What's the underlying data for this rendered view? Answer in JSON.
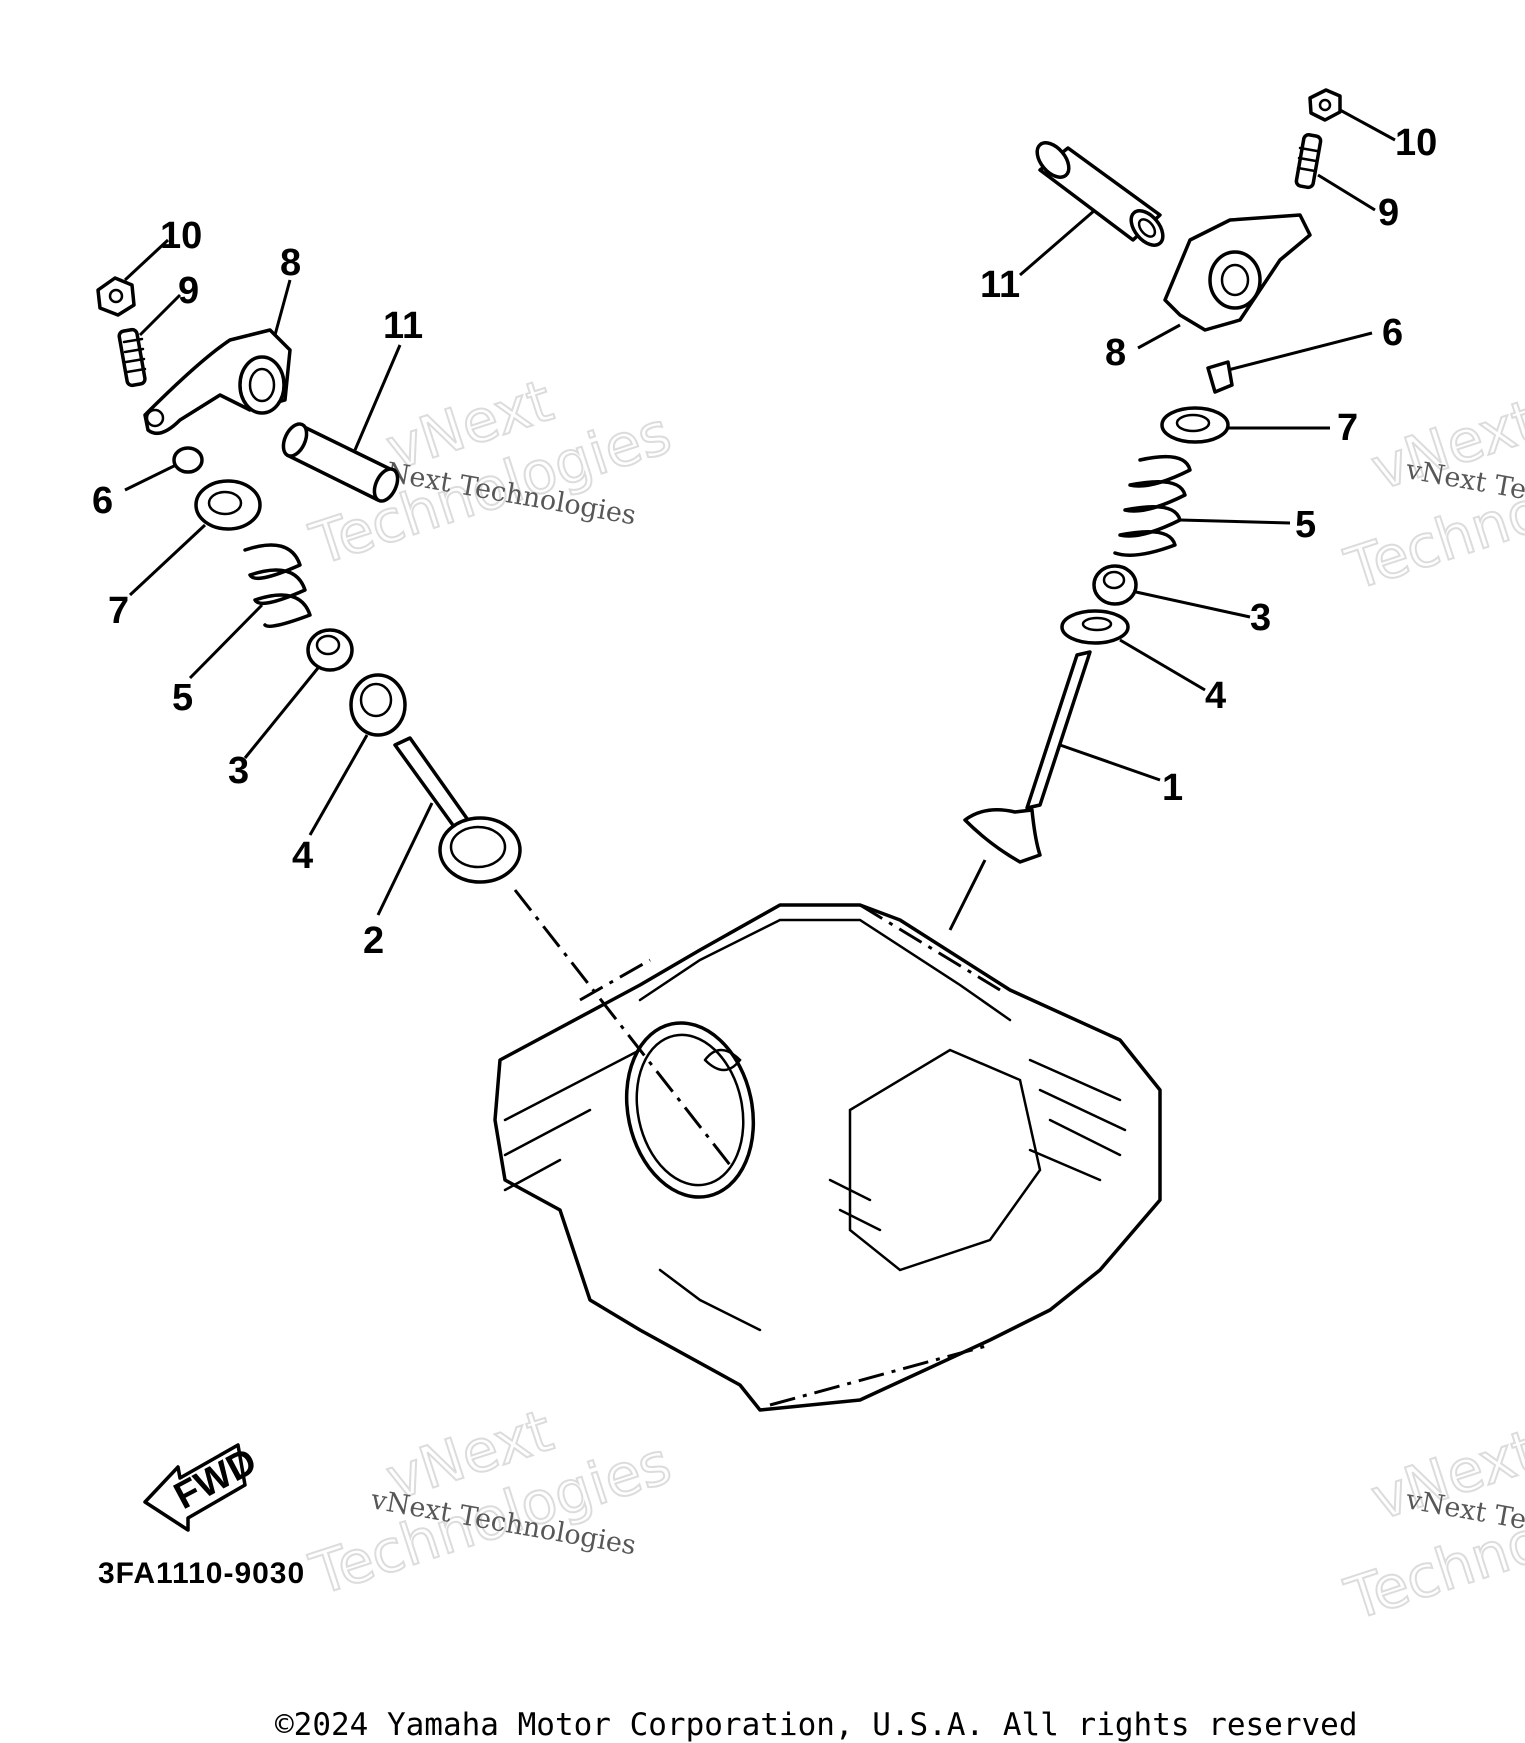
{
  "callouts": {
    "left": [
      "10",
      "9",
      "8",
      "11",
      "6",
      "7",
      "5",
      "3",
      "4",
      "2"
    ],
    "right": [
      "10",
      "9",
      "11",
      "8",
      "6",
      "7",
      "5",
      "3",
      "4",
      "1"
    ]
  },
  "fwd_label": "FWD",
  "part_number": "3FA1110-9030",
  "watermark": {
    "brand": "vNext",
    "word": "Technologies",
    "line": "vNext Technologies"
  },
  "copyright": "©2024 Yamaha Motor Corporation, U.S.A. All rights reserved"
}
